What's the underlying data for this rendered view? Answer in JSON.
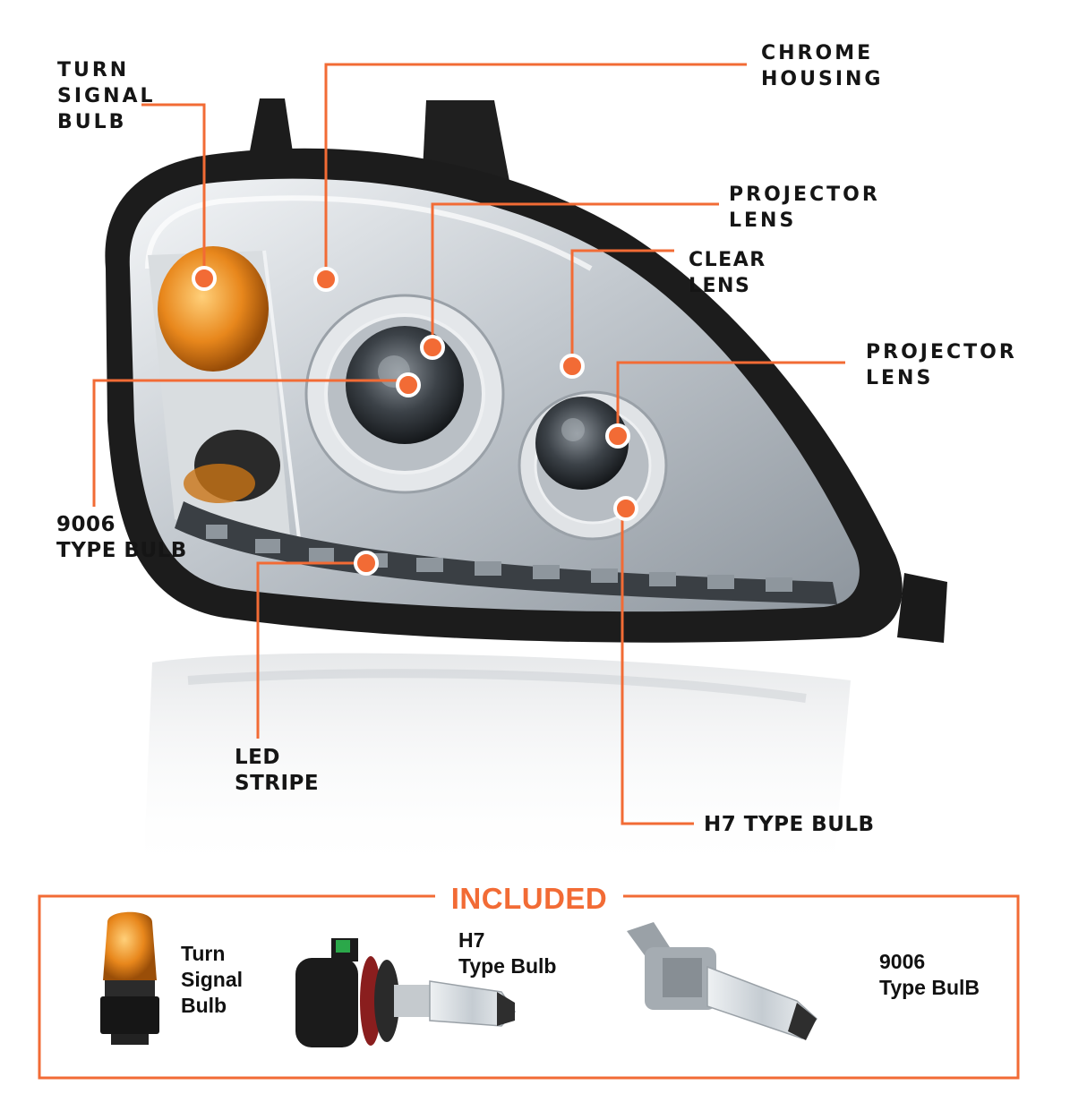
{
  "colors": {
    "accent": "#f26b35",
    "housing": "#1c1c1c",
    "chrome": "#c9ced3",
    "amber": "#e88a1e"
  },
  "callouts": [
    {
      "id": "turn-signal-bulb",
      "text": "TURN\nSIGNAL\nBULB"
    },
    {
      "id": "chrome-housing",
      "text": "CHROME\nHOUSING"
    },
    {
      "id": "projector-lens-upper",
      "text": "PROJECTOR\nLENS"
    },
    {
      "id": "clear-lens",
      "text": "CLEAR\nLENS"
    },
    {
      "id": "projector-lens-right",
      "text": "PROJECTOR\nLENS"
    },
    {
      "id": "9006-type-bulb",
      "text": "9006\nTYPE BULB"
    },
    {
      "id": "led-stripe",
      "text": "LED\nSTRIPE"
    },
    {
      "id": "h7-type-bulb",
      "text": "H7 TYPE BULB"
    }
  ],
  "included": {
    "title": "INCLUDED",
    "items": [
      {
        "id": "turn-signal",
        "label": "Turn\nSignal\nBulb"
      },
      {
        "id": "h7",
        "label": "H7\nType Bulb"
      },
      {
        "id": "9006",
        "label": "9006\nType BulB"
      }
    ]
  }
}
